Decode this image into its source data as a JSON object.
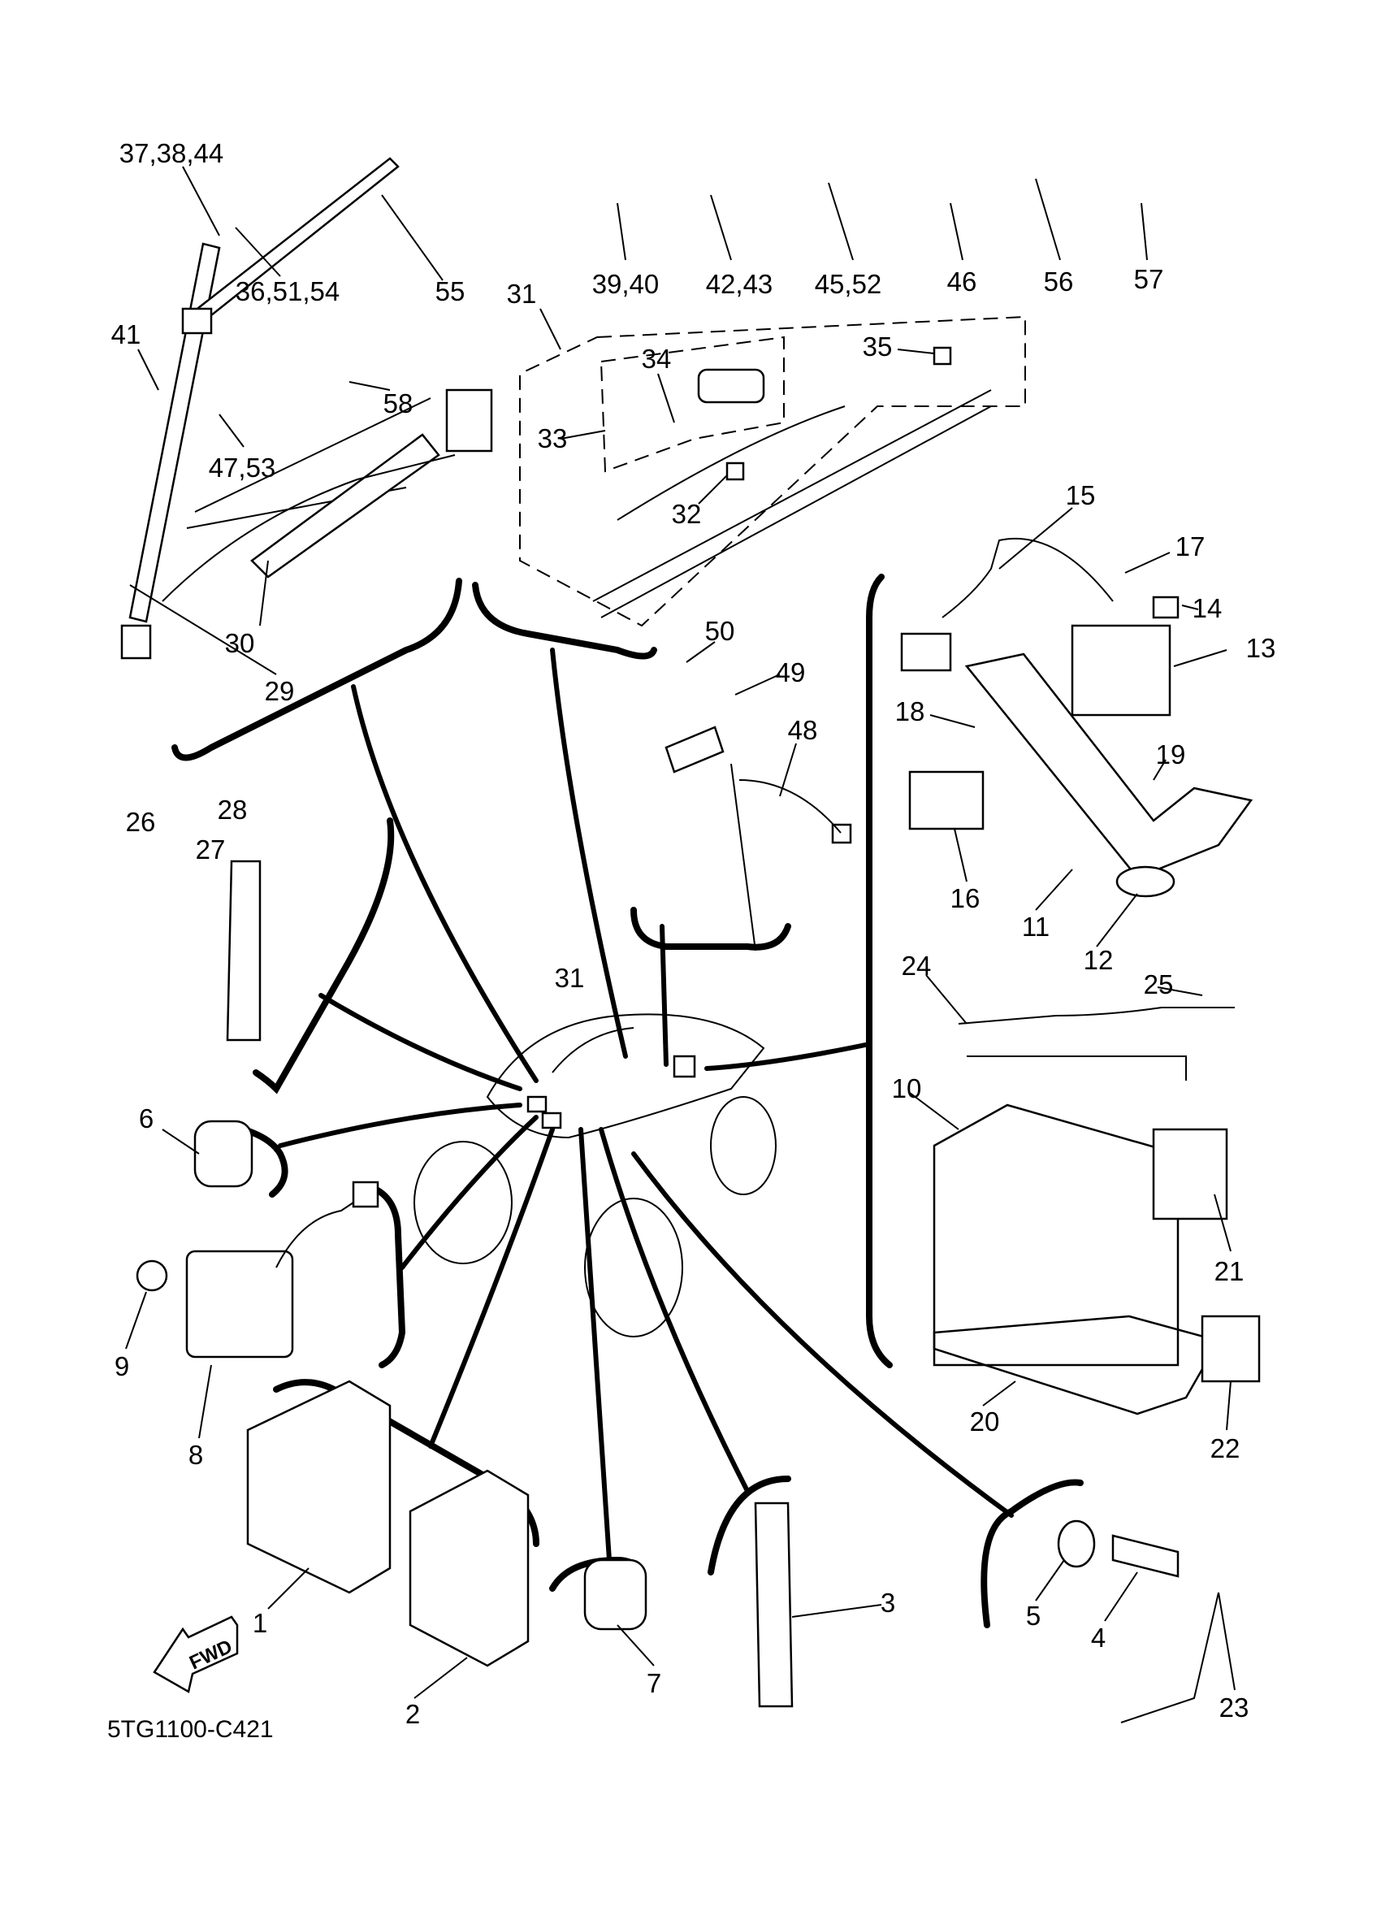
{
  "diagram": {
    "callouts": [
      "37,38,44",
      "36,51,54",
      "55",
      "39,40",
      "42,43",
      "45,52",
      "46",
      "56",
      "57",
      "31",
      "41",
      "58",
      "47,53",
      "34",
      "35",
      "33",
      "32",
      "30",
      "29",
      "15",
      "17",
      "14",
      "13",
      "50",
      "49",
      "48",
      "18",
      "19",
      "16",
      "11",
      "12",
      "28",
      "26",
      "27",
      "24",
      "25",
      "31",
      "10",
      "6",
      "21",
      "9",
      "8",
      "20",
      "22",
      "1",
      "3",
      "5",
      "4",
      "7",
      "2",
      "23"
    ],
    "fwd_label": "FWD",
    "drawing_code": "5TG1100-C421"
  }
}
